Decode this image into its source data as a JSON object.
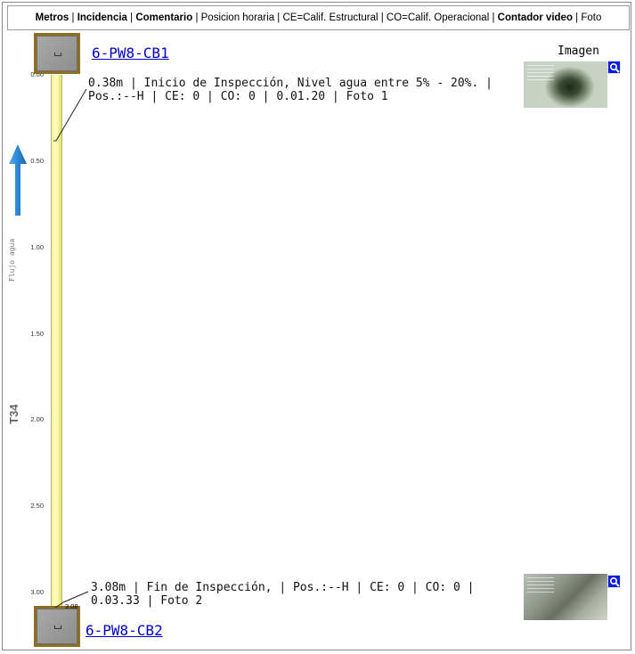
{
  "legend": {
    "metros": "Metros",
    "sep1": " | ",
    "incidencia": "Incidencia",
    "sep2": " | ",
    "comentario": "Comentario",
    "rest": " | Posicion horaria | CE=Calif. Estructural | CO=Calif. Operacional | ",
    "contador": "Contador video",
    "foto": " | Foto"
  },
  "nodes": {
    "start": {
      "label": "6-PW8-CB1"
    },
    "end": {
      "label": "6-PW8-CB2"
    }
  },
  "scale": {
    "ticks": [
      "0.00",
      "0.50",
      "1.00",
      "1.50",
      "2.00",
      "2.50",
      "3.00"
    ],
    "end_value": "3.08"
  },
  "flow_label": "Flujo agua",
  "section_label": "T34",
  "images_header": "Imagen",
  "observations": [
    {
      "line1": "0.38m | Inicio de Inspección, Nivel agua entre 5% - 20%. |",
      "line2": "Pos.:--H | CE: 0 | CO: 0 | 0.01.20 | Foto 1"
    },
    {
      "line1": "3.08m | Fin de Inspección, | Pos.:--H | CE: 0 | CO: 0 |",
      "line2": "0.03.33 | Foto 2"
    }
  ],
  "icons": {
    "flow_arrow": "arrow-up-icon",
    "zoom": "magnifier-icon"
  },
  "colors": {
    "pipe": "#f3f29a",
    "manhole": "#8c6d22",
    "flow_arrow": "#2a87d6",
    "zoom_button": "#0a1ee0",
    "link": "#0000cc"
  }
}
